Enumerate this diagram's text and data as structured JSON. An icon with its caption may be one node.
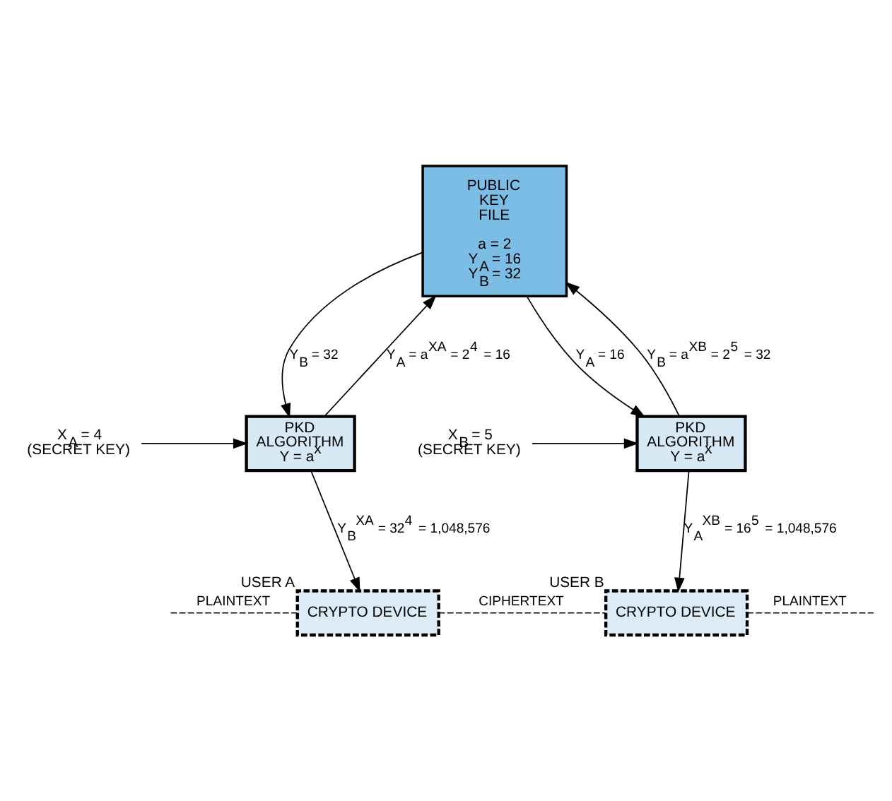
{
  "diagram": {
    "nodes": [
      {
        "text": [
          "PUBLIC KEY FILE",
          "a = 2 Y$_{A}$ = 16 Y$_{B}$ = 32"
        ]
      },
      {
        "text": [
          "PKD ALGORITHM Y = a$^{x}$"
        ]
      },
      {
        "text": [
          "PKD ALGORITHM Y = a$^{x}$"
        ]
      },
      {
        "text": [
          "X$_{A}$ = 4",
          "(SECRET KEY)"
        ]
      },
      {
        "text": [
          "X$_{B}$ = 5",
          "(SECRET KEY)"
        ]
      },
      {
        "text": [
          "CRYPTO DEVICE"
        ],
        "beside": [
          "USER A"
        ]
      },
      {
        "text": [
          "CRYPTO DEVICE"
        ],
        "beside": [
          "USER B"
        ]
      }
    ],
    "edges": [
      {
        "from": 0,
        "to": 1,
        "arrow": "to",
        "label": "Y$_{B}$ = 32"
      },
      {
        "from": 1,
        "to": 0,
        "arrow": "to",
        "label": "Y$_{A}$ = a$^{XA}$ = 2$^{4}$ = 16"
      },
      {
        "from": 2,
        "to": 0,
        "arrow": "to",
        "label": "Y$_{B}$ = a$^{XB}$ = 2$^{5}$ = 32"
      },
      {
        "from": 0,
        "to": 2,
        "arrow": "to",
        "label": "Y$_{A}$ = 16"
      },
      {
        "from": 3,
        "to": 1,
        "arrow": "to"
      },
      {
        "from": 4,
        "to": 2,
        "arrow": "to"
      },
      {
        "from": 1,
        "to": 5,
        "arrow": "to",
        "label": "Y$_{B}$$^{XA}$ = 32$^{4}$ = 1,048,576"
      },
      {
        "from": 2,
        "to": 6,
        "arrow": "to",
        "label": "Y$_{A}$$^{XB}$ = 16$^{5}$ = 1,048,576"
      },
      {
        "from": null,
        "to": 5,
        "arrow": "none",
        "label": "PLAINTEXT",
        "style": "dashed"
      },
      {
        "from": 5,
        "to": 6,
        "arrow": "none",
        "label": "CIPHERTEXT",
        "style": "dashed"
      },
      {
        "from": 6,
        "to": null,
        "arrow": "none",
        "label": "PLAINTEXT",
        "style": "dashed"
      }
    ]
  }
}
